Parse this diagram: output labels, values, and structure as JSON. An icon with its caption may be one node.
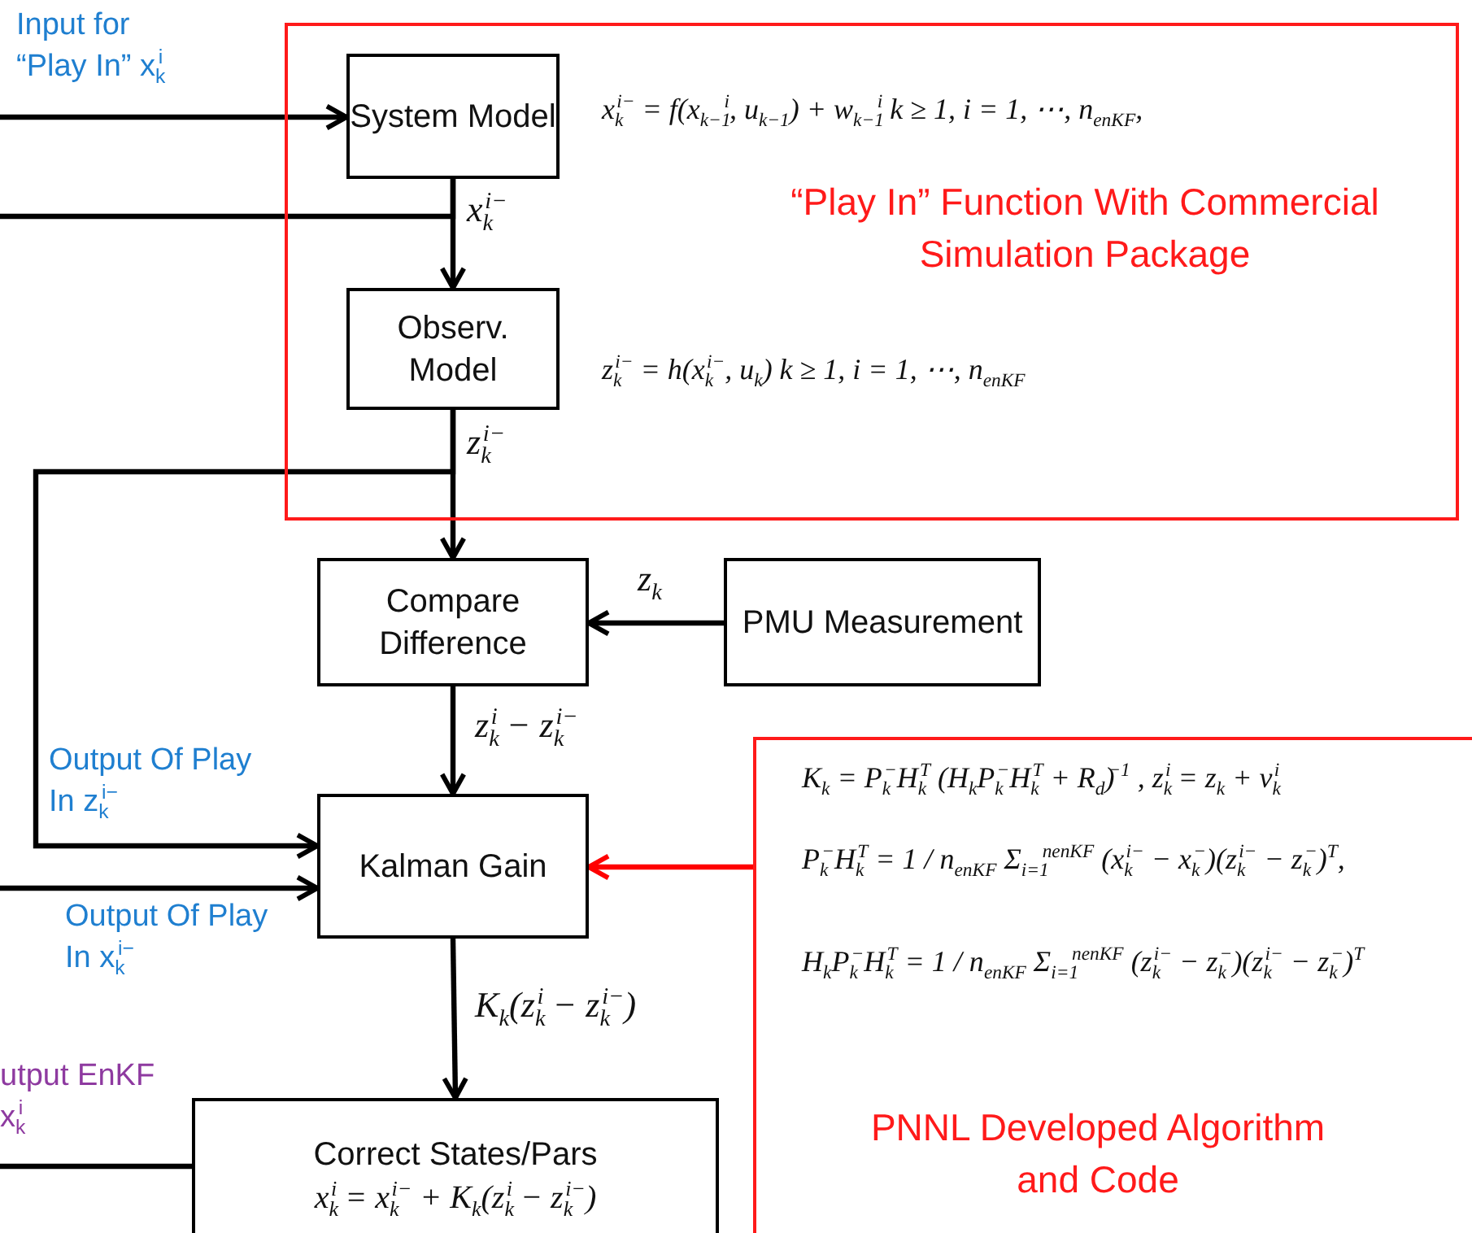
{
  "diagram": {
    "nodes": [
      {
        "text": [
          "x$_{k}$$^{i−}$ = f(x$_{k−1}$$^{i}$, u$_{k−1}$) + w$_{k−1}$$^{i}$   k ≥ 1, i = 1, ⋯, n$_{enKF}$,",
          "“Play In” Function With Commercial Simulation Package",
          "z$_{k}$$^{i−}$ = h(x$_{k}$$^{i−}$, u$_{k}$)   k ≥ 1, i = 1, ⋯, n$_{enKF}$"
        ]
      },
      {
        "text": [
          "System Model"
        ],
        "in": 0
      },
      {
        "text": [
          "Observ. Model"
        ],
        "in": 0
      },
      {
        "text": [
          "Compare Difference"
        ]
      },
      {
        "text": [
          "PMU Measurement"
        ]
      },
      {
        "text": [
          "Kalman Gain"
        ]
      },
      {
        "text": [
          "K$_{k}$ = P$_{k}$$^{−}$H$_{k}$$^{T}$ (H$_{k}$P$_{k}$$^{−}$H$_{k}$$^{T}$ + R$_{d}$)$^{−1}$ , z$_{k}$$^{i}$ = z$_{k}$ + v$_{k}$$^{i}$",
          "P$_{k}$$^{−}$H$_{k}$$^{T}$ = 1 / n$_{enKF}$ Σ$_{i=1}$$^{nenKF}$ (x$_{k}$$^{i−}$ − x$_{k}$$^{−}$)(z$_{k}$$^{i−}$ − z$_{k}$$^{−}$)$^{T}$,",
          "H$_{k}$P$_{k}$$^{−}$H$_{k}$$^{T}$ = 1 / n$_{enKF}$ Σ$_{i=1}$$^{nenKF}$ (z$_{k}$$^{i−}$ − z$_{k}$$^{−}$)(z$_{k}$$^{i−}$ − z$_{k}$$^{−}$)$^{T}$",
          "PNNL Developed Algorithm and Code"
        ]
      },
      {
        "text": [
          "Correct States/Pars",
          "x$_{k}$$^{i}$ = x$_{k}$$^{i−}$ + K$_{k}$(z$_{k}$$^{i}$ − z$_{k}$$^{i−}$)"
        ]
      }
    ],
    "edges": [
      {
        "from": null,
        "to": 1,
        "arrow": "to",
        "label": "Input for “Play In” x$_{k}$$^{i}$"
      },
      {
        "from": 1,
        "to": null,
        "arrow": "none"
      },
      {
        "from": 1,
        "to": 2,
        "arrow": "to",
        "label": "x$_{k}$$^{i−}$"
      },
      {
        "from": 2,
        "to": 3,
        "arrow": "to",
        "label": "z$_{k}$$^{i−}$"
      },
      {
        "from": 2,
        "to": 5,
        "arrow": "to",
        "label": "Output Of Play In z$_{k}$$^{i−}$"
      },
      {
        "from": null,
        "to": 5,
        "arrow": "to",
        "label": "Output Of Play In x$_{k}$$^{i−}$"
      },
      {
        "from": 4,
        "to": 3,
        "arrow": "to",
        "label": "z$_{k}$"
      },
      {
        "from": 3,
        "to": 5,
        "arrow": "to",
        "label": "z$_{k}$$^{i}$ − z$_{k}$$^{i−}$"
      },
      {
        "from": 6,
        "to": 5,
        "arrow": "to",
        "color": "#ff0000"
      },
      {
        "from": 5,
        "to": 7,
        "arrow": "to",
        "label": "K$_{k}$(z$_{k}$$^{i}$ − z$_{k}$$^{i−}$)"
      },
      {
        "from": 7,
        "to": null,
        "arrow": "none",
        "label": "utput EnKF x$_{k}$$^{i}$"
      }
    ]
  }
}
